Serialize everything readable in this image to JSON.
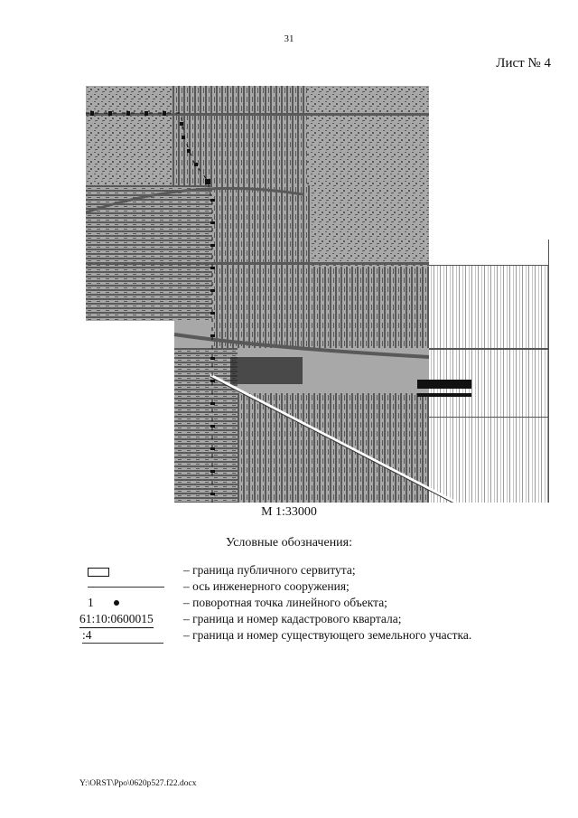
{
  "page": {
    "number": "31",
    "sheet_label": "Лист № 4"
  },
  "map": {
    "description": "Схема расположения публичного сервитута на кадастровой карте",
    "colors": {
      "light_gray": "#a8a8a8",
      "dark_gray": "#595959",
      "black": "#111111",
      "white": "#ffffff"
    }
  },
  "scale": {
    "label": "М 1:33000"
  },
  "legend": {
    "title": "Условные обозначения:",
    "items": [
      {
        "symbol": "rectangle",
        "symbol_text": "",
        "dash": "–",
        "text": "граница публичного сервитута;"
      },
      {
        "symbol": "line",
        "symbol_text": "",
        "dash": "–",
        "text": "ось инженерного сооружения;"
      },
      {
        "symbol": "point",
        "symbol_text": "1",
        "dash": "–",
        "text": "поворотная точка линейного объекта;"
      },
      {
        "symbol": "cadastral",
        "symbol_text": "61:10:0600015",
        "dash": "–",
        "text": "граница и номер кадастрового квартала;"
      },
      {
        "symbol": "parcel",
        "symbol_text": ":4",
        "dash": "–",
        "text": "граница и номер существующего земельного участка."
      }
    ]
  },
  "footer": {
    "file_path": "Y:\\ORST\\Ppo\\0620p527.f22.docx"
  }
}
